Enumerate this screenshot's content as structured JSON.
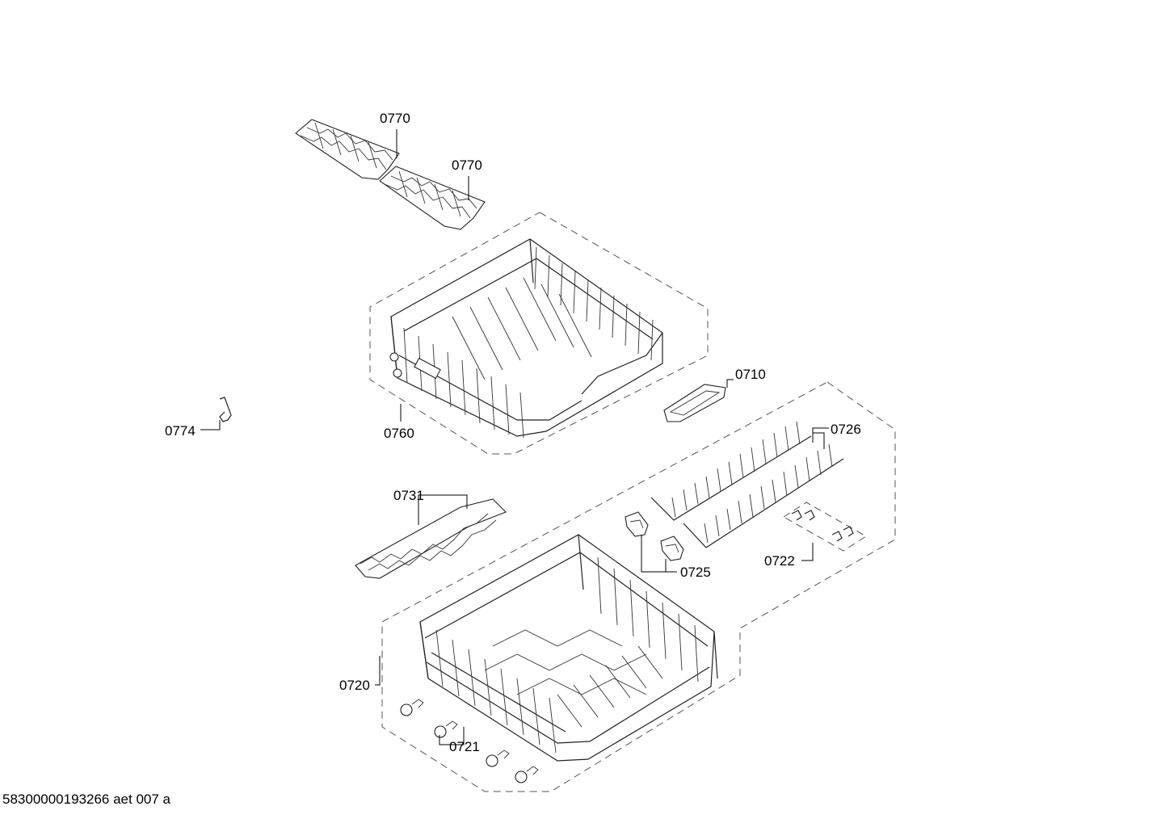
{
  "callouts": {
    "p0770a": "0770",
    "p0770b": "0770",
    "p0710": "0710",
    "p0774": "0774",
    "p0760": "0760",
    "p0726": "0726",
    "p0731": "0731",
    "p0725": "0725",
    "p0722": "0722",
    "p0720": "0720",
    "p0721": "0721"
  },
  "footer": {
    "code": "58300000193266 aet 007 a"
  }
}
